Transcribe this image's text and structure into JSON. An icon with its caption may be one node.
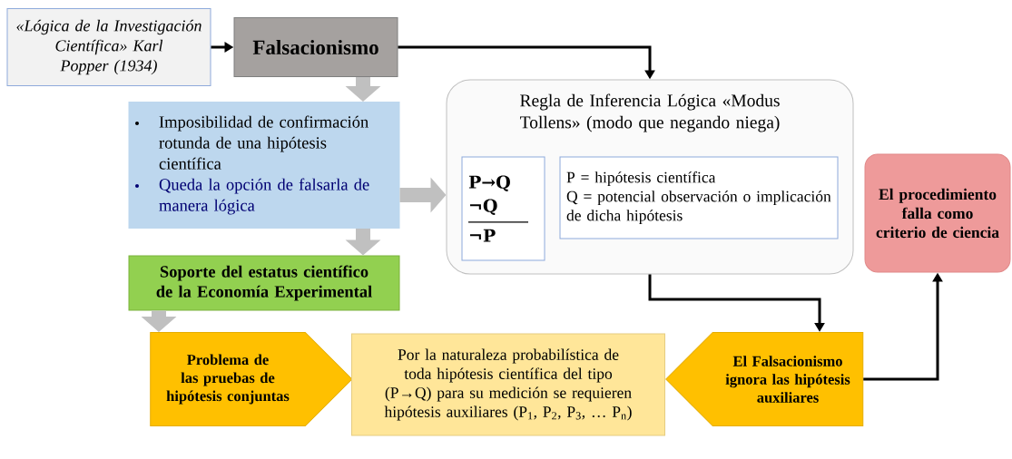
{
  "diagram": {
    "nodes": [
      {
        "text": [
          "«Lógica de la Investigación Científica» Karl Popper (1934)"
        ]
      },
      {
        "text": [
          "Falsacionismo"
        ]
      },
      {
        "text": [
          "Imposibilidad de confirmación rotunda de una hipótesis científica",
          "Queda la opción de falsarla de manera lógica"
        ]
      },
      {
        "text": [
          "Regla de Inferencia Lógica «Modus Tollens» (modo que negando niega)"
        ]
      },
      {
        "text": [
          "P→Q",
          "¬Q",
          "¬P"
        ],
        "in": 3
      },
      {
        "text": [
          "P = hipótesis científica",
          "Q = potencial observación o implicación de dicha hipótesis"
        ],
        "in": 3
      },
      {
        "text": [
          "Soporte del estatus científico de la Economía Experimental"
        ]
      },
      {
        "text": [
          "El procedimiento falla como criterio de ciencia"
        ]
      },
      {
        "text": [
          "Problema de las pruebas de hipótesis conjuntas"
        ]
      },
      {
        "text": [
          "Por la naturaleza probabilística de toda hipótesis científica del tipo (P→Q) para su medición se requieren hipótesis auxiliares (P$_{1}$, P$_{2}$, P$_{3}$, … P$_{n}$)"
        ]
      },
      {
        "text": [
          "El Falsacionismo ignora las hipótesis auxiliares"
        ]
      }
    ],
    "edges": [
      {
        "from": 0,
        "to": 1,
        "arrow": "to",
        "color": "#000000"
      },
      {
        "from": 1,
        "to": 3,
        "arrow": "to",
        "color": "#000000"
      },
      {
        "from": 1,
        "to": 2,
        "arrow": "to",
        "style": "thick",
        "color": "#c0c0c0"
      },
      {
        "from": 2,
        "to": 3,
        "arrow": "to",
        "style": "thick",
        "color": "#c0c0c0"
      },
      {
        "from": 2,
        "to": 6,
        "arrow": "to",
        "style": "thick",
        "color": "#c0c0c0"
      },
      {
        "from": 6,
        "to": 8,
        "arrow": "to",
        "style": "thick",
        "color": "#c0c0c0"
      },
      {
        "from": 3,
        "to": 10,
        "arrow": "to",
        "color": "#000000"
      },
      {
        "from": 10,
        "to": 7,
        "arrow": "to",
        "color": "#000000"
      }
    ]
  }
}
